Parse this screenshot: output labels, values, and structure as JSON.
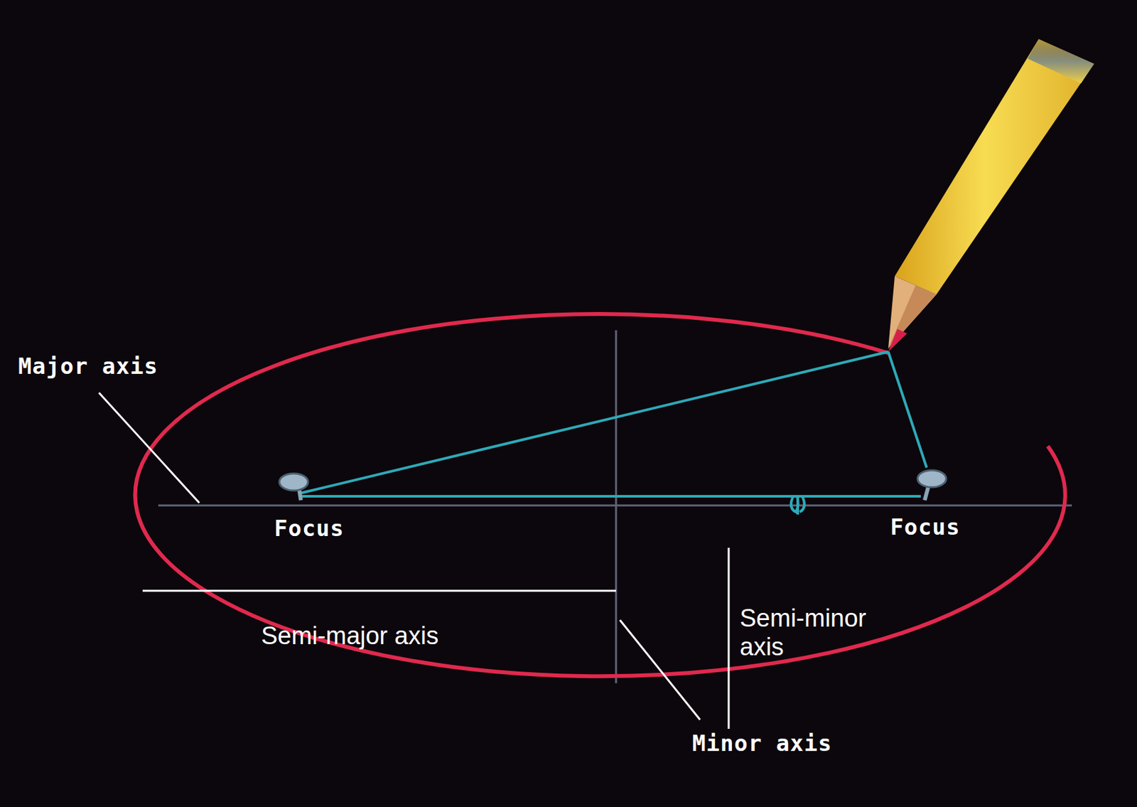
{
  "diagram": {
    "labels": [
      "Major axis",
      "Focus",
      "Focus",
      "Semi-major axis",
      "Semi-minor axis",
      "Minor axis"
    ]
  }
}
